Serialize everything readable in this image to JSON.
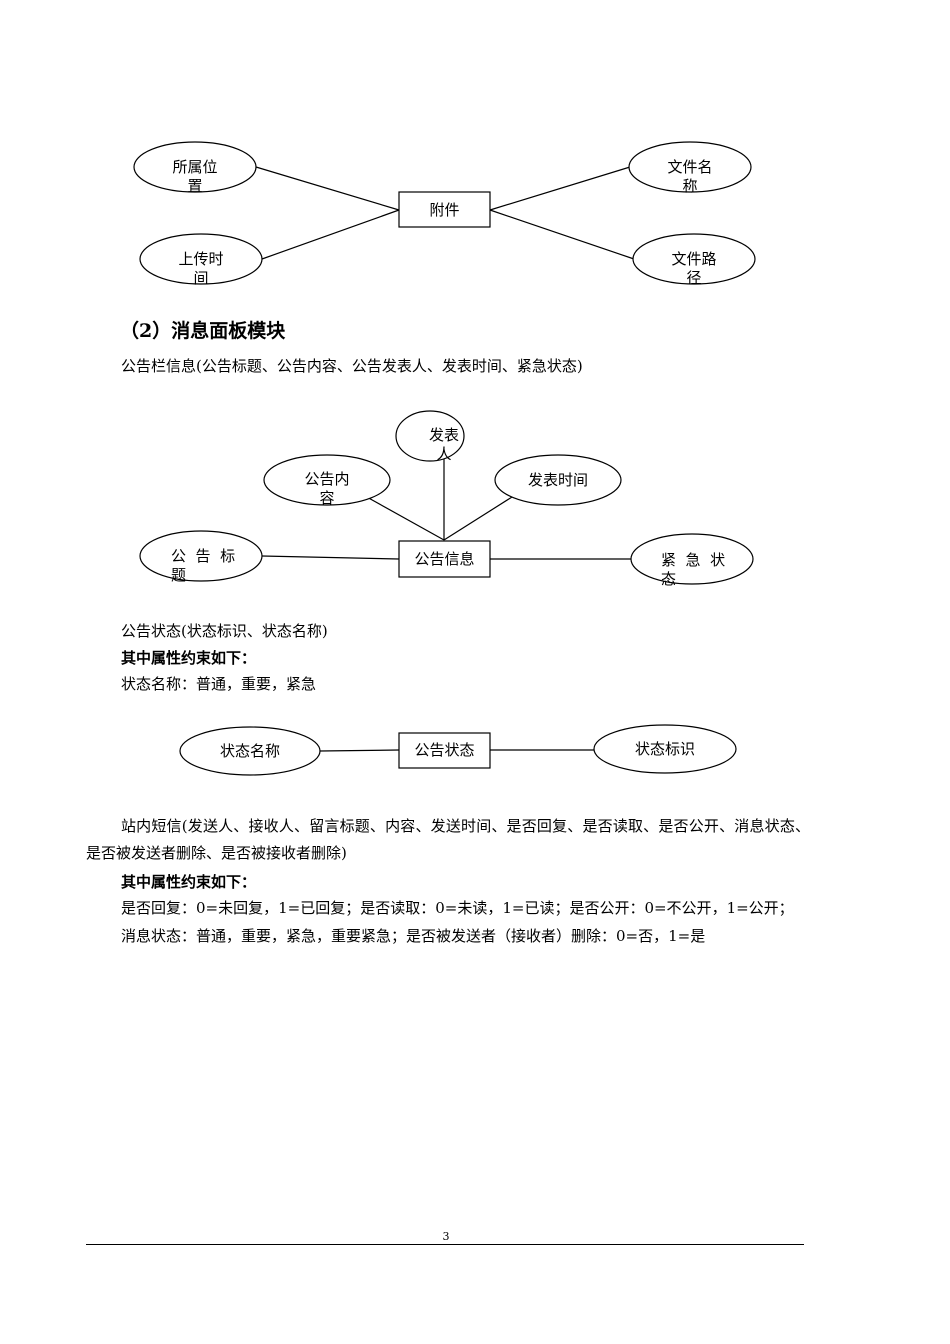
{
  "diagram1": {
    "entity": "附件",
    "attributes": [
      {
        "line1": "所属位",
        "line2": "置"
      },
      {
        "line1": "上传时",
        "line2": "间"
      },
      {
        "line1": "文件名",
        "line2": "称"
      },
      {
        "line1": "文件路",
        "line2": "径"
      }
    ]
  },
  "section_heading": "（2）消息面板模块",
  "notice_info_line": "公告栏信息(公告标题、公告内容、公告发表人、发表时间、紧急状态)",
  "diagram2": {
    "entity": "公告信息",
    "attributes": [
      {
        "line1": "发表",
        "line2": "人"
      },
      {
        "line1": "公告内",
        "line2": "容"
      },
      {
        "line1": "发表时间",
        "line2": ""
      },
      {
        "line1": "公  告  标",
        "line2": "题"
      },
      {
        "line1": "紧  急  状",
        "line2": "态"
      }
    ]
  },
  "notice_status_line": "公告状态(状态标识、状态名称)",
  "constraint_heading_1": "其中属性约束如下：",
  "status_name_line": "状态名称：普通，重要，紧急",
  "diagram3": {
    "entity": "公告状态",
    "attributes": [
      {
        "line1": "状态名称"
      },
      {
        "line1": "状态标识"
      }
    ]
  },
  "message_paragraph": "站内短信(发送人、接收人、留言标题、内容、发送时间、是否回复、是否读取、是否公开、消息状态、是否被发送者删除、是否被接收者删除)",
  "constraint_heading_2": "其中属性约束如下：",
  "constraint_line_1": "是否回复：0=未回复，1=已回复；是否读取：0=未读，1=已读；是否公开：0=不公开，1=公开；",
  "constraint_line_2": "消息状态：普通，重要，紧急，重要紧急；是否被发送者（接收者）删除：0=否，1=是",
  "page_number": "3"
}
